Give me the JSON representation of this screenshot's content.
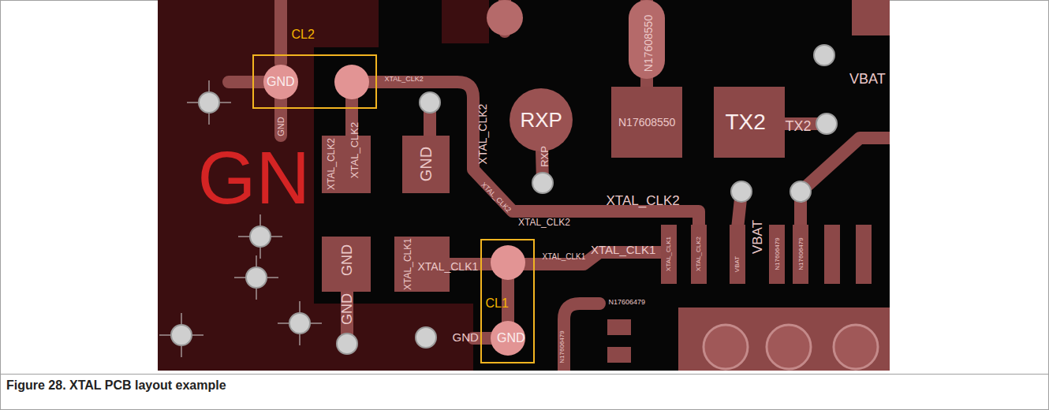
{
  "diagram": {
    "caption": "Figure 28. XTAL PCB layout example",
    "nodes": [
      {
        "text": [
          "CL2"
        ]
      },
      {
        "text": [
          "CL1"
        ]
      }
    ],
    "labels": [
      "N17608550",
      "GND",
      "XTAL_CLK2",
      "GND",
      "XTAL_CLK2",
      "XTAL_CLK2",
      "GND",
      "XTAL_CLK2",
      "RXP",
      "RXP",
      "N17608550",
      "TX2",
      "TX2",
      "VBAT",
      "GN",
      "XTAL_CLK2",
      "XTAL_CLK2",
      "XTAL_CLK2",
      "XTAL_CLK1",
      "XTAL_CLK2",
      "VBAT",
      "VBAT",
      "N17606479",
      "N17606479",
      "GND",
      "GND",
      "XTAL_CLK1",
      "XTAL_CLK1",
      "XTAL_CLK1",
      "XTAL_CLK1",
      "N17606479",
      "N17606479",
      "GND",
      "GND"
    ]
  }
}
